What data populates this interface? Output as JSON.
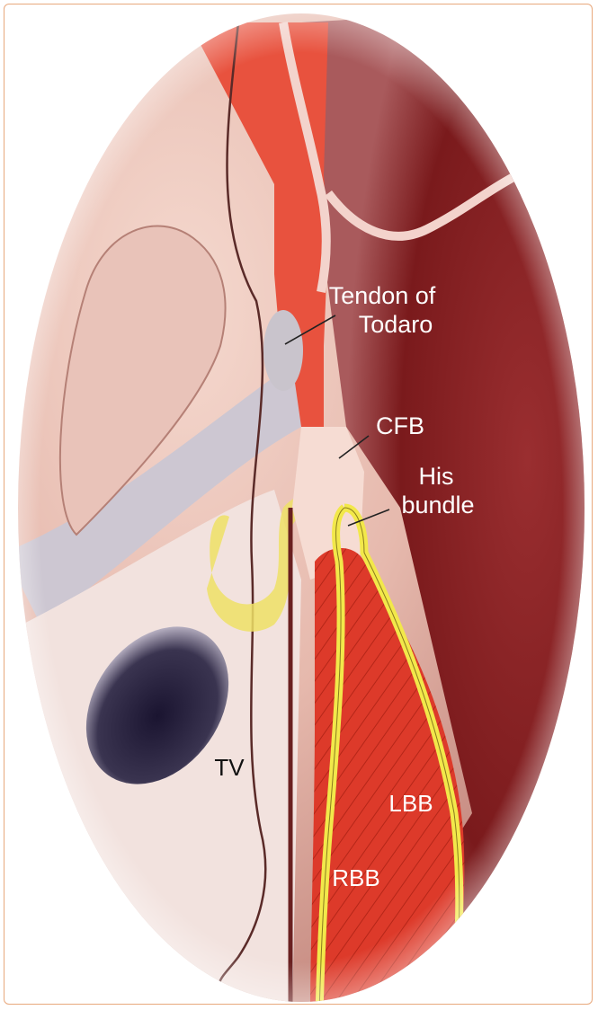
{
  "labels": {
    "tendon": [
      "Tendon of",
      "Todaro"
    ],
    "cfb": "CFB",
    "his": [
      "His",
      "bundle"
    ],
    "tv": "TV",
    "lbb": "LBB",
    "rbb": "RBB"
  },
  "colors": {
    "frame_border": "#e8a87c",
    "myocardium_dark": "#7a1a1c",
    "muscle_red": "#e03a2a",
    "conduction_yellow": "#f2e84a",
    "tendon_gray": "#c9c4cc",
    "label_light": "#ffffff",
    "label_dark": "#111111"
  }
}
